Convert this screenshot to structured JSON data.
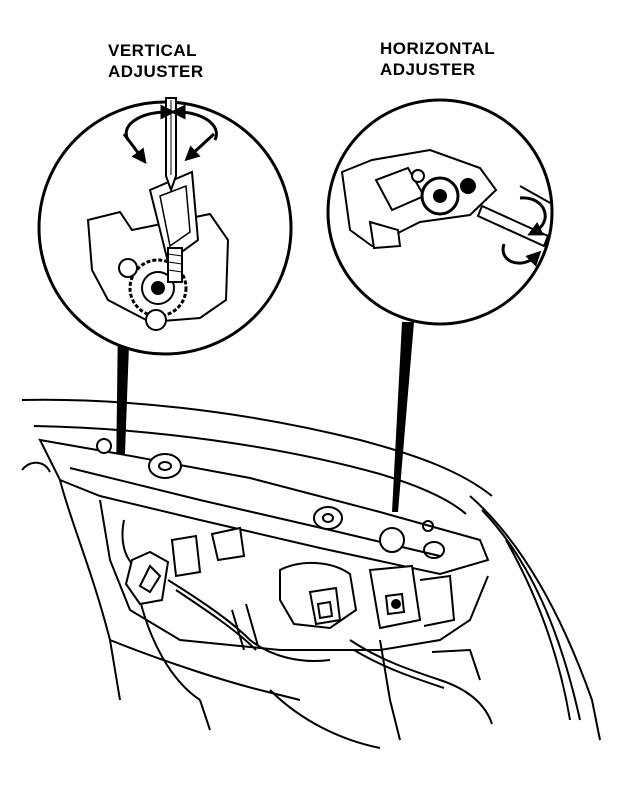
{
  "labels": {
    "vertical_line1": "VERTICAL",
    "vertical_line2": "ADJUSTER",
    "horizontal_line1": "HORIZONTAL",
    "horizontal_line2": "ADJUSTER"
  },
  "colors": {
    "ink": "#000000",
    "paper": "#ffffff"
  }
}
